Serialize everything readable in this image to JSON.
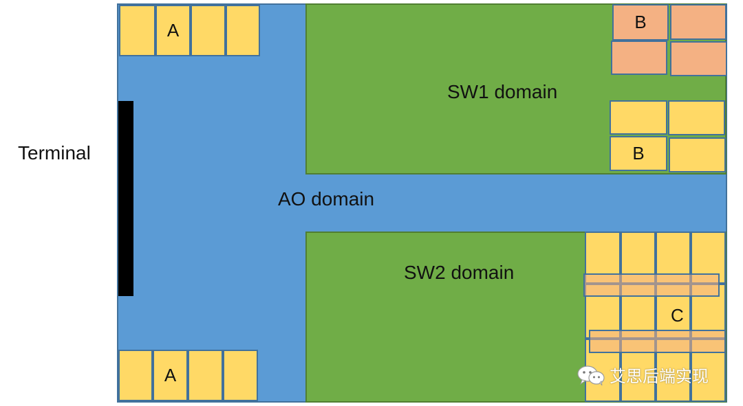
{
  "labels": {
    "terminal": "Terminal",
    "ao_domain": "AO domain",
    "sw1_domain": "SW1 domain",
    "sw2_domain": "SW2 domain",
    "block_a_top": "A",
    "block_a_bottom": "A",
    "block_b_orange": "B",
    "block_b_yellow": "B",
    "block_c": "C"
  },
  "watermark": {
    "icon": "wechat-icon",
    "text": "艾思后端实现"
  },
  "colors": {
    "ao_domain": "#5b9bd5",
    "sw_domain": "#70ad47",
    "macro_yellow": "#ffd966",
    "macro_orange": "#f4b183",
    "terminal_bar": "#000000"
  }
}
